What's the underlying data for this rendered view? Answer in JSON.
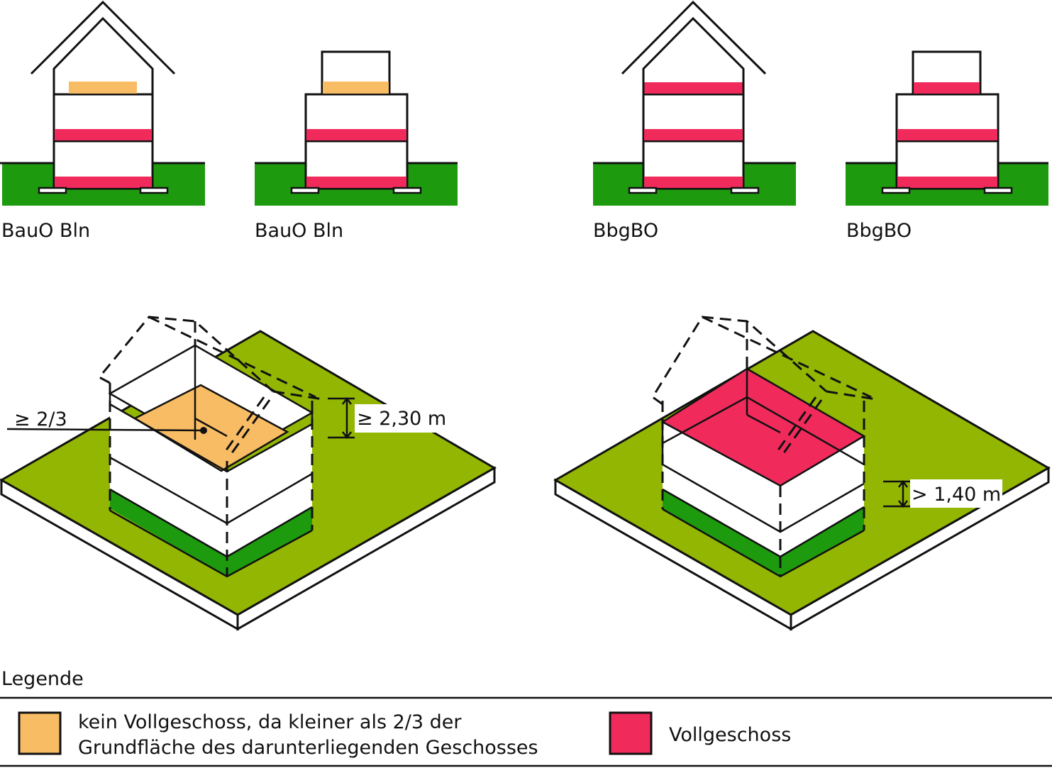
{
  "colors": {
    "vollgeschoss": "#f02b5c",
    "kein_vollgeschoss": "#f8bc64",
    "ground": "#1e9a0e",
    "plot": "#93b603",
    "outline": "#111111"
  },
  "sections": [
    {
      "label": "BauO Bln"
    },
    {
      "label": "BauO Bln"
    },
    {
      "label": "BbgBO"
    },
    {
      "label": "BbgBO"
    }
  ],
  "iso_left": {
    "ratio_label": "≥ 2/3",
    "height_label": "≥ 2,30 m"
  },
  "iso_right": {
    "height_label": "> 1,40 m"
  },
  "legend": {
    "title": "Legende",
    "item1_line1": "kein Vollgeschoss, da kleiner als 2/3 der",
    "item1_line2": "Grundfläche des darunterliegenden Geschosses",
    "item2": "Vollgeschoss"
  }
}
